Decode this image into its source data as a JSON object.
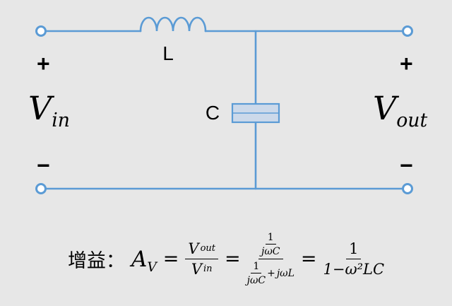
{
  "page": {
    "bg": "#e7e7e7",
    "accent": "#5b9bd5",
    "ink": "#000000"
  },
  "circuit": {
    "inductor_label": "L",
    "capacitor_label": "C",
    "vin": {
      "base": "V",
      "sub": "in",
      "plus": "+",
      "minus": "−"
    },
    "vout": {
      "base": "V",
      "sub": "out",
      "plus": "+",
      "minus": "−"
    }
  },
  "formula": {
    "prefix": "增益：",
    "gain": {
      "base": "A",
      "sub": "V"
    },
    "eq": "=",
    "frac1": {
      "num_base": "V",
      "num_sub": "out",
      "den_base": "V",
      "den_sub": "in"
    },
    "frac2": {
      "num": {
        "num": "1",
        "den": "jωC"
      },
      "den": {
        "num": "1",
        "den": "jωC",
        "plus": "+",
        "term": "jωL"
      }
    },
    "frac3": {
      "num": "1",
      "den": "1−ω²LC"
    }
  }
}
